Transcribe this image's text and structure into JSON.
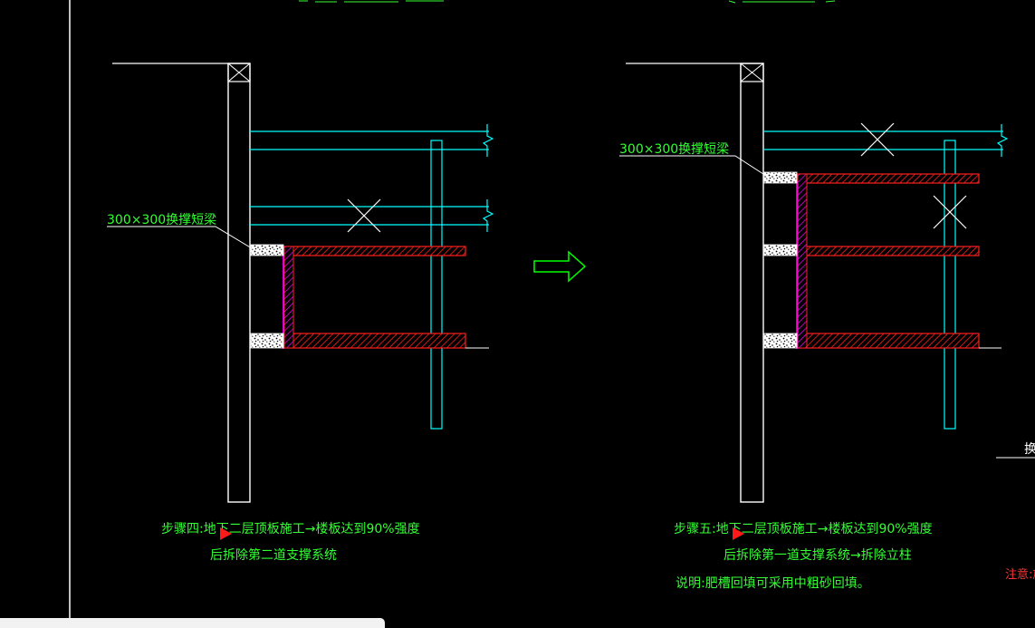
{
  "colors": {
    "background": "#000000",
    "wall": "#ffffff",
    "support": "#00ffff",
    "slab": "#ff2020",
    "membrane": "#ff00ff",
    "text": "#33ff33",
    "note": "#ff3333",
    "marker": "#ff1a1a",
    "arrow": "#00ff00"
  },
  "step4": {
    "callout": "300×300换撑短梁",
    "caption_line1": "步骤四:地下二层顶板施工→楼板达到90%强度",
    "caption_line2": "后拆除第二道支撑系统"
  },
  "step5": {
    "callout": "300×300换撑短梁",
    "caption_line1": "步骤五:地下二层顶板施工→楼板达到90%强度",
    "caption_line2": "后拆除第一道支撑系统→拆除立柱",
    "note": "说明:肥槽回填可采用中粗砂回填。"
  },
  "edge_labels": {
    "right_partial": "换",
    "note_partial": "注意:施"
  },
  "transition_arrow": "step-arrow"
}
